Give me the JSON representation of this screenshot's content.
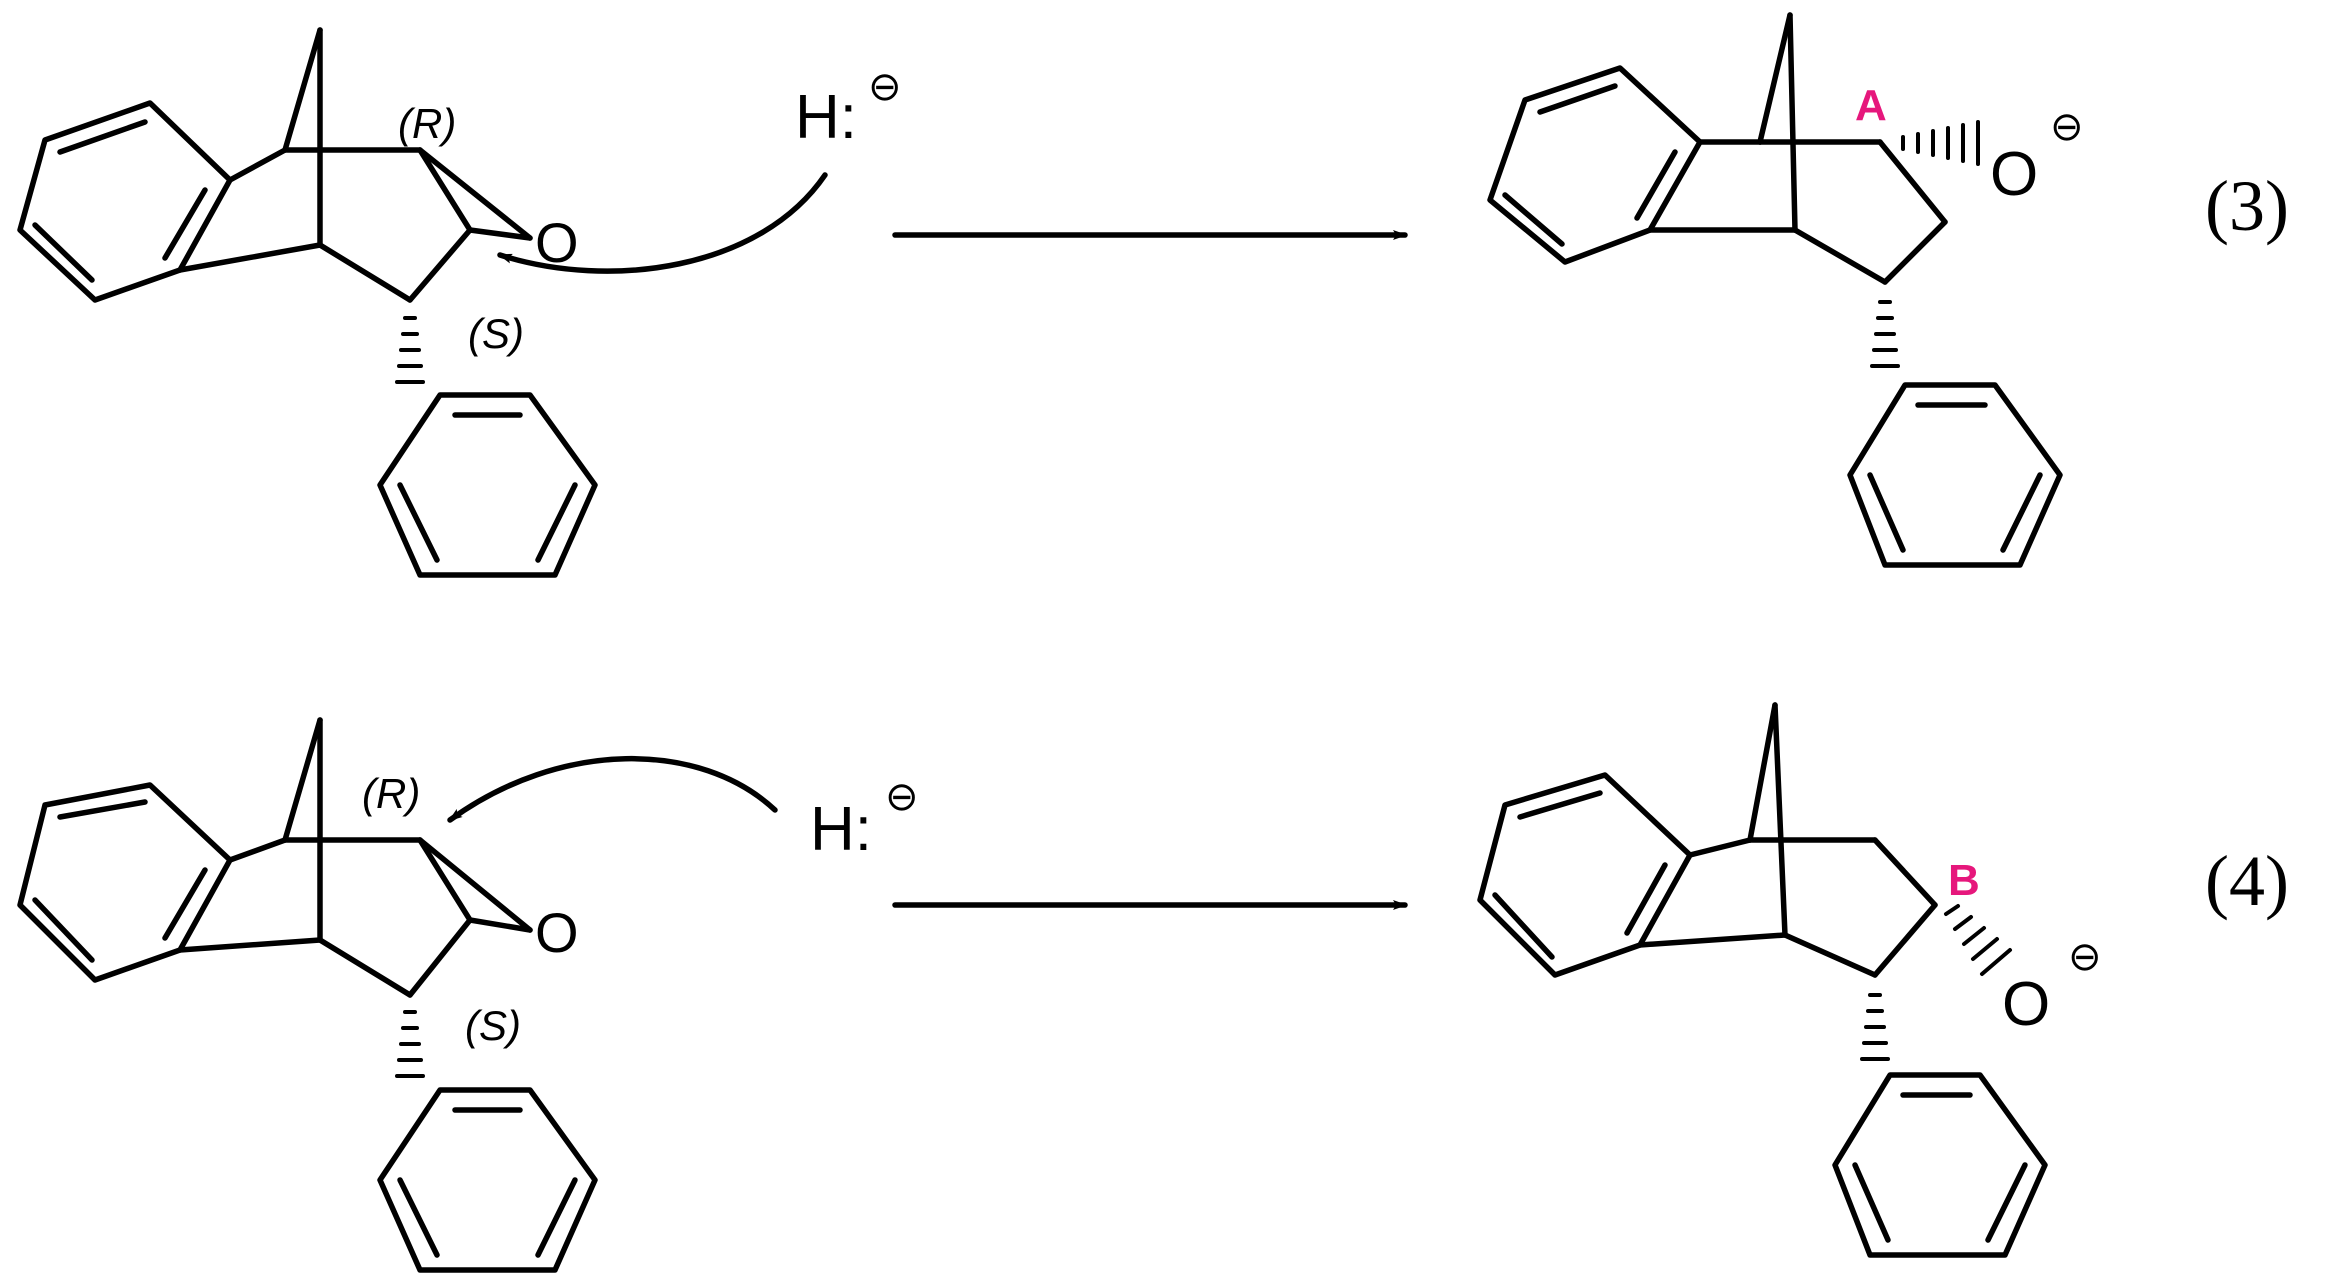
{
  "colors": {
    "ink": "#000000",
    "highlight": "#e6177c"
  },
  "reactions": [
    {
      "equation_number": "(3)",
      "reagent": {
        "text": "H:",
        "charge": "⊖"
      },
      "reactant": {
        "stereo_top": "(R)",
        "stereo_bottom": "(S)",
        "oxygen": "O"
      },
      "product": {
        "carbon_label": "A",
        "oxygen": "O",
        "charge": "⊖"
      }
    },
    {
      "equation_number": "(4)",
      "reagent": {
        "text": "H:",
        "charge": "⊖"
      },
      "reactant": {
        "stereo_top": "(R)",
        "stereo_bottom": "(S)",
        "oxygen": "O"
      },
      "product": {
        "carbon_label": "B",
        "oxygen": "O",
        "charge": "⊖"
      }
    }
  ]
}
